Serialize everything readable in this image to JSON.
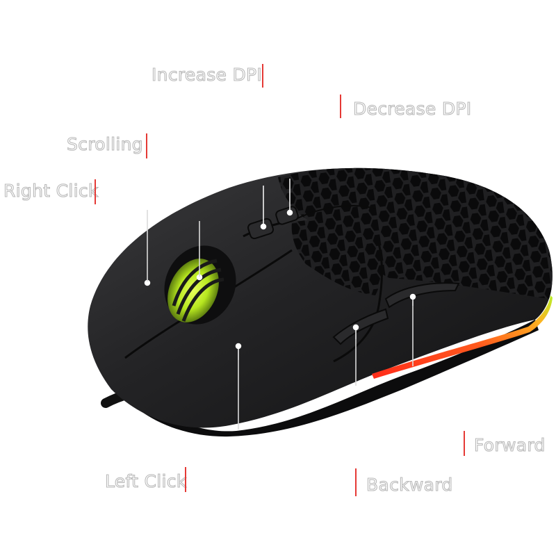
{
  "labels": {
    "increase_dpi": "Increase DPI",
    "decrease_dpi": "Decrease DPI",
    "scrolling": "Scrolling",
    "right_click": "Right Click",
    "left_click": "Left Click",
    "forward": "Forward",
    "backward": "Backward"
  },
  "colors": {
    "accent": "#e53935",
    "label_outline": "#b9b9b9",
    "mouse_body": "#1b1b1d",
    "wheel_glow": "#c6ef2a"
  }
}
